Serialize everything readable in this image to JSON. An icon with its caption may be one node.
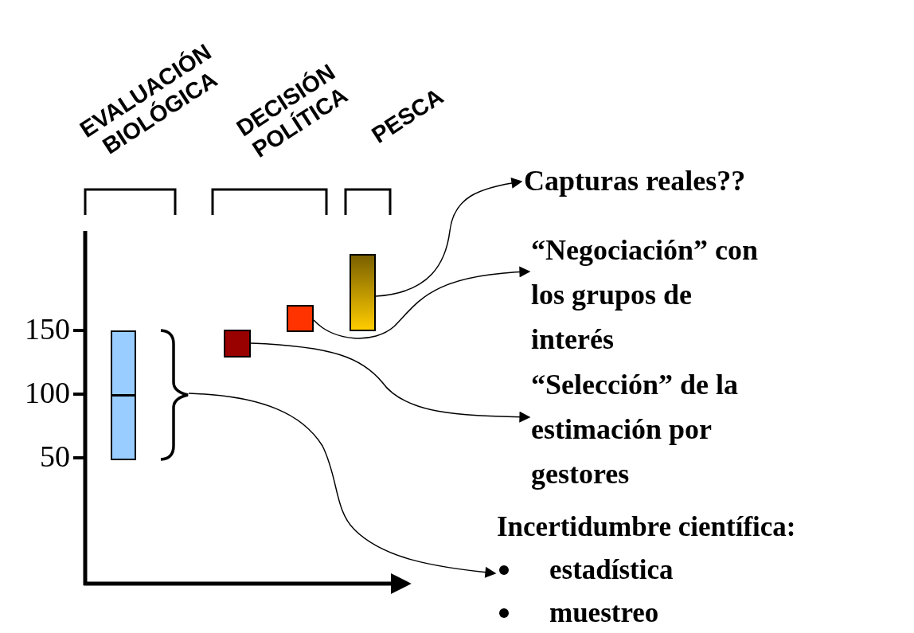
{
  "diagram": {
    "nodes": [
      {
        "text": [],
        "shape": "bar"
      },
      {
        "text": [],
        "shape": "bracket"
      },
      {
        "text": [],
        "shape": "box"
      },
      {
        "text": [],
        "shape": "box"
      },
      {
        "text": [],
        "shape": "bar"
      },
      {
        "text": [
          "Capturas reales??"
        ]
      },
      {
        "text": [
          "“Negociación” con los grupos de interés"
        ]
      },
      {
        "text": [
          "“Selección” de la estimación por gestores"
        ]
      },
      {
        "text": [
          "Incertidumbre científica:",
          "estadística",
          "muestreo"
        ]
      }
    ],
    "edges": [
      {
        "from": 4,
        "to": 5,
        "arrow": "to"
      },
      {
        "from": 3,
        "to": 6,
        "arrow": "to"
      },
      {
        "from": 2,
        "to": 7,
        "arrow": "to"
      },
      {
        "from": 1,
        "to": 8,
        "arrow": "to"
      }
    ],
    "labels": [
      "EVALUACIÓN BIOLÓGICA",
      "DECISIÓN POLÍTICA",
      "PESCA",
      "150",
      "100",
      "50"
    ]
  }
}
